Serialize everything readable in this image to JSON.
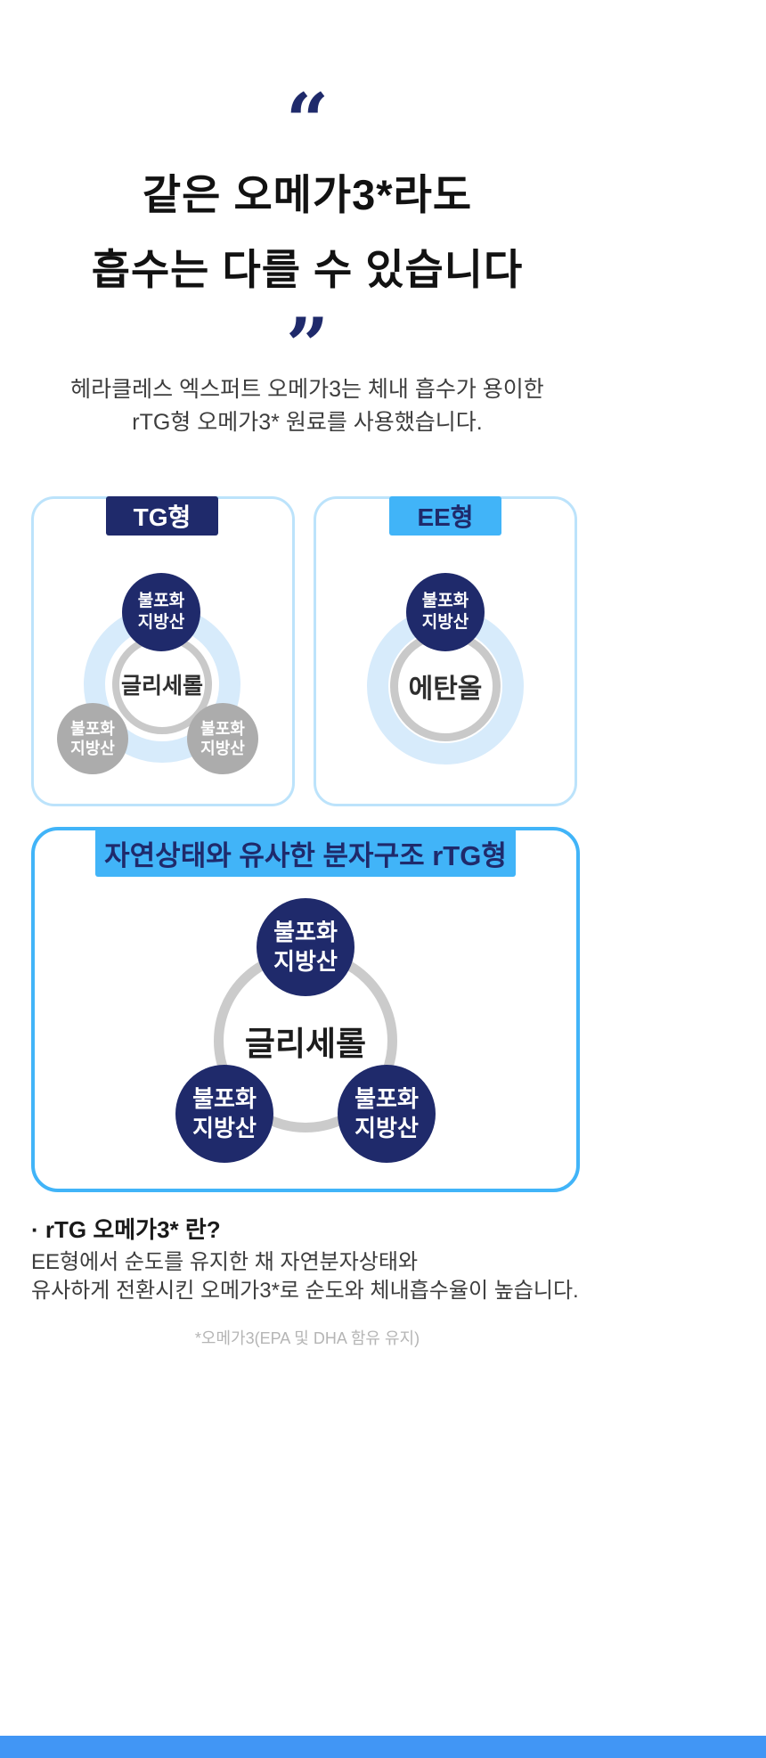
{
  "colors": {
    "navy": "#1f2a6b",
    "sky_blue": "#41b4f8",
    "light_blue_ring": "#d7ebfb",
    "card_border_light": "#bce3fb",
    "gray_ring": "#c9c9c9",
    "gray_node": "#acacac",
    "bottom_bar": "#4196f5"
  },
  "quote_block": {
    "open_quote": "“",
    "close_quote": "”",
    "headline_line1": "같은 오메가3*라도",
    "headline_line2": "흡수는 다를 수 있습니다",
    "intro_line1": "헤라클레스 엑스퍼트 오메가3는 체내 흡수가 용이한",
    "intro_line2": "rTG형 오메가3* 원료를 사용했습니다."
  },
  "tg_card": {
    "badge": "TG형",
    "center_label": "글리세롤"
  },
  "ee_card": {
    "badge": "EE형",
    "center_label": "에탄올"
  },
  "rtg_card": {
    "badge": "자연상태와 유사한 분자구조 rTG형",
    "center_label": "글리세롤"
  },
  "node_label": {
    "line1": "불포화",
    "line2": "지방산"
  },
  "definition": {
    "title": "· rTG 오메가3* 란?",
    "line1": "EE형에서 순도를 유지한 채 자연분자상태와",
    "line2": "유사하게 전환시킨 오메가3*로 순도와 체내흡수율이 높습니다."
  },
  "footnote": "*오메가3(EPA 및 DHA 함유 유지)"
}
